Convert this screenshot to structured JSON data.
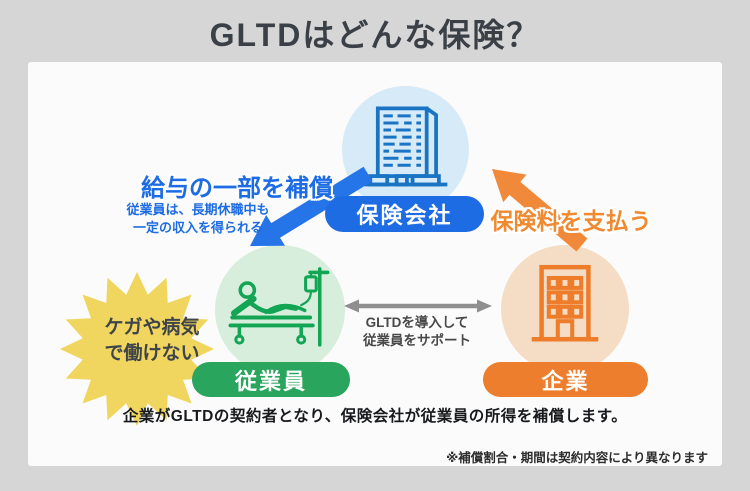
{
  "page": {
    "title": "GLTDはどんな保険？"
  },
  "entities": {
    "insurer": {
      "label": "保険会社"
    },
    "employee": {
      "label": "従業員"
    },
    "company": {
      "label": "企業"
    }
  },
  "callouts": {
    "benefit": {
      "heading": "給与の一部を補償",
      "sub_line1": "従業員は、長期休職中も",
      "sub_line2": "一定の収入を得られる"
    },
    "premium": {
      "heading": "保険料を支払う"
    },
    "support": {
      "line1": "GLTDを導入して",
      "line2": "従業員をサポート"
    },
    "burst": {
      "line1": "ケガや病気",
      "line2": "で働けない"
    }
  },
  "footer": {
    "summary": "企業がGLTDの契約者となり、保険会社が従業員の所得を補償します。",
    "note": "※補償割合・期間は契約内容により異なります"
  },
  "icons": {
    "insurer": "office-building-icon",
    "employee": "patient-in-bed-icon",
    "company": "company-building-icon",
    "benefit_arrow": "arrow-down-left-icon",
    "premium_arrow": "arrow-up-left-icon",
    "support_arrow": "arrow-double-horizontal-icon",
    "burst": "starburst-shape"
  },
  "colors": {
    "background": "#d6d6d6",
    "card": "#fbfbfb",
    "blue": "#1d6ce4",
    "arrow_blue": "#2574e8",
    "icon_blue": "#1a74c4",
    "light_blue": "#d7eaf8",
    "green": "#2aa55d",
    "icon_green": "#12a554",
    "light_green": "#d8eedd",
    "orange": "#ed7e2e",
    "arrow_orange": "#f08a3a",
    "text_orange": "#f08a30",
    "light_orange": "#f5dcc5",
    "yellow": "#f0d55e",
    "arrow_gray": "#8f8f8f",
    "title_color": "#3b4046"
  }
}
